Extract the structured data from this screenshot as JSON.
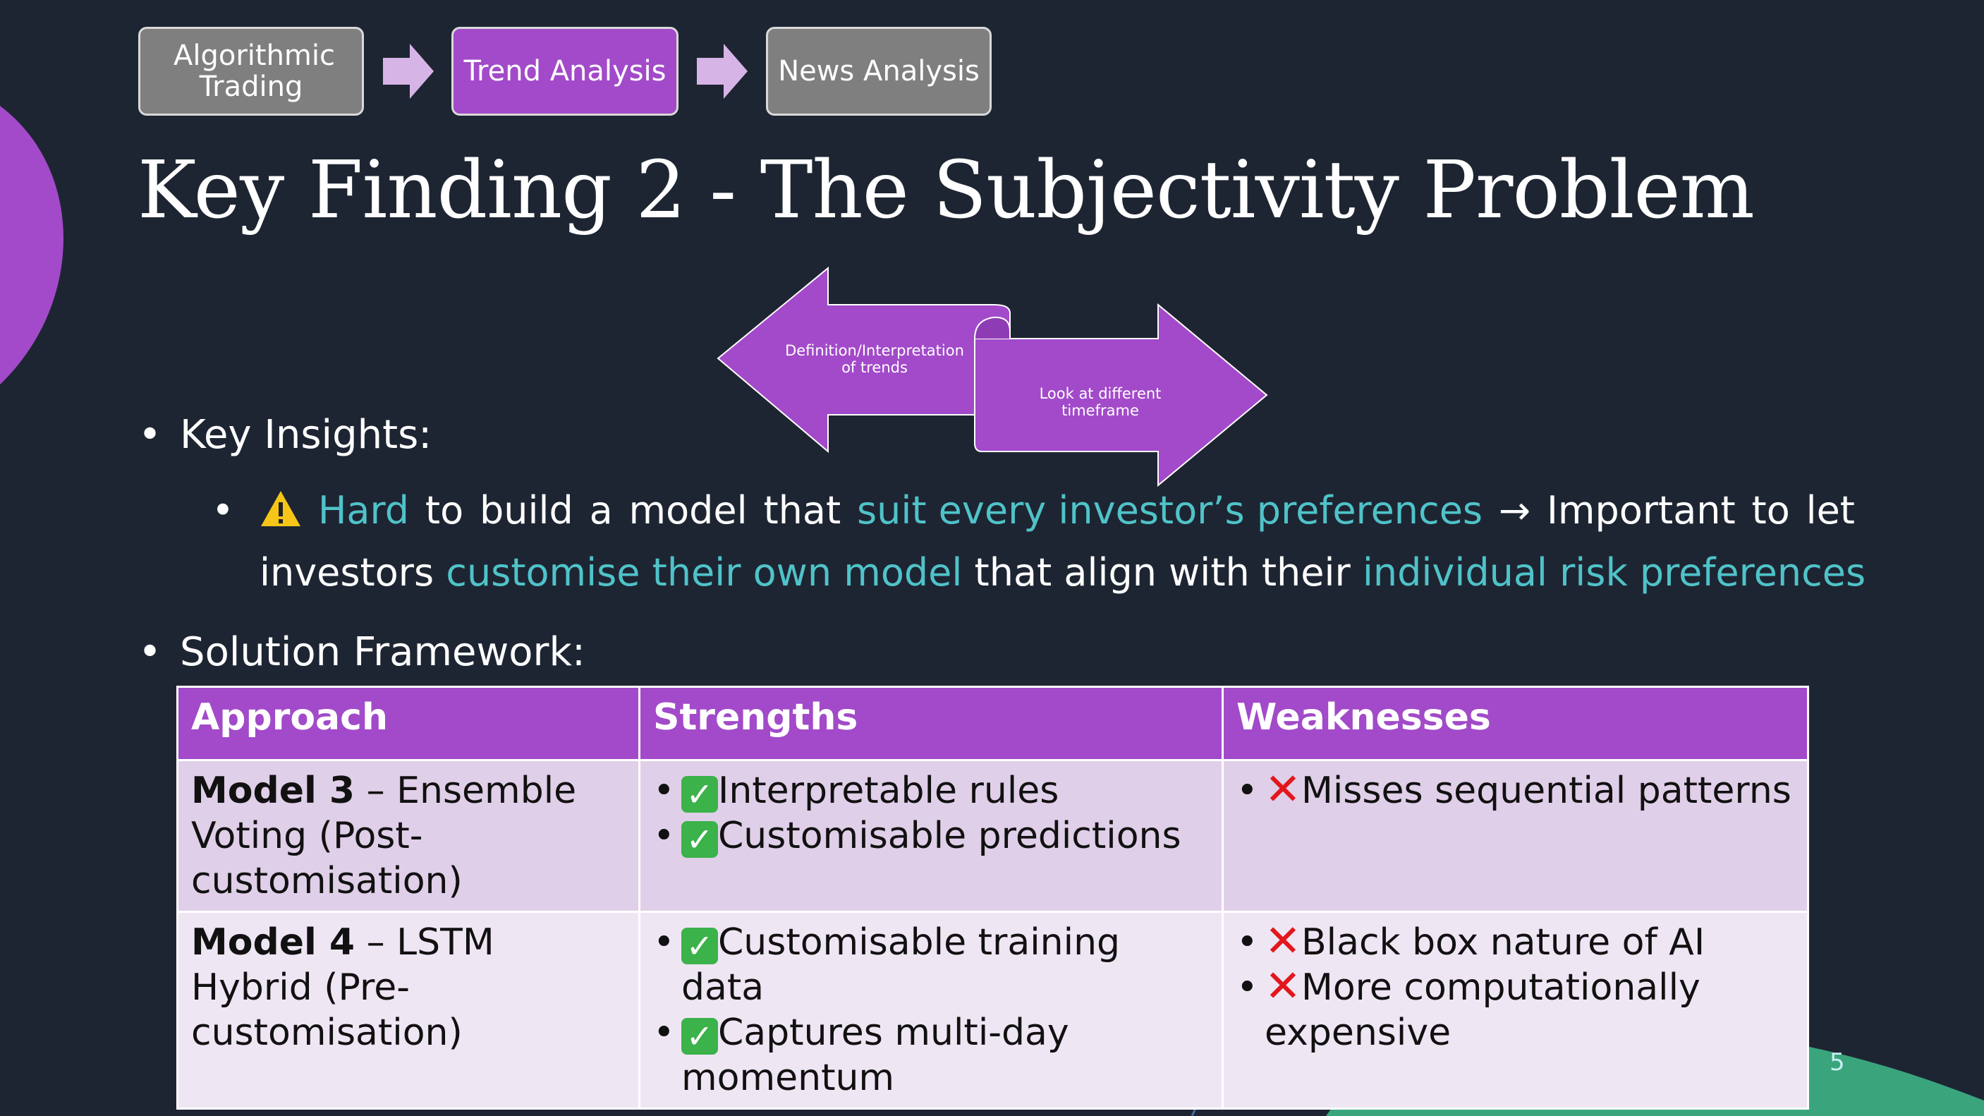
{
  "breadcrumb": {
    "steps": [
      "Algorithmic Trading",
      "Trend Analysis",
      "News Analysis"
    ],
    "active": "Trend Analysis"
  },
  "title": "Key Finding 2 - The Subjectivity Problem",
  "diagram": {
    "left_arrow": "Definition/Interpretation of trends",
    "right_arrow": "Look at different timeframe"
  },
  "insights": {
    "heading": "Key Insights:",
    "line1": {
      "warn_icon": "warning-icon",
      "w1": "Hard",
      "w2": "to",
      "w3": "build",
      "w4": "a",
      "w5": "model",
      "w6": "that",
      "w7": "suit every investor’s preferences",
      "w8": "→",
      "w9": "Important",
      "w10": "to",
      "w11": "let"
    },
    "line2": {
      "t1": "investors ",
      "t2": "customise their own model",
      "t3": " that align with their ",
      "t4": "individual risk preferences"
    }
  },
  "solution": {
    "heading": "Solution Framework:",
    "headers": [
      "Approach",
      "Strengths",
      "Weaknesses"
    ],
    "rows": [
      {
        "model": "Model 3",
        "desc": " – Ensemble Voting (Post-customisation)",
        "strengths": [
          "Interpretable rules",
          "Customisable predictions"
        ],
        "weaknesses": [
          "Misses sequential patterns"
        ]
      },
      {
        "model": "Model 4",
        "desc": " – LSTM Hybrid (Pre-customisation)",
        "strengths": [
          "Customisable training data",
          "Captures multi-day momentum"
        ],
        "weaknesses": [
          "Black box nature of AI",
          "More computationally expensive"
        ]
      }
    ]
  },
  "page_number": "5",
  "colors": {
    "background": "#1e2532",
    "purple": "#a24ac9",
    "gray": "#7f7f7f",
    "teal": "#4fc3c9",
    "green": "#3bb24a"
  }
}
